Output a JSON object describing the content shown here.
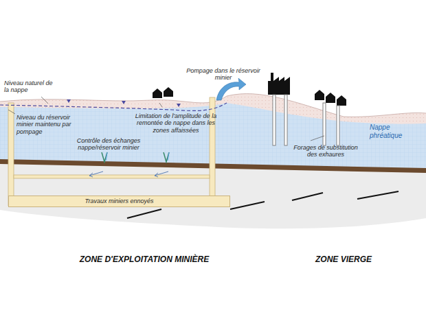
{
  "diagram": {
    "nodes": [
      {
        "text": [
          "Travaux miniers ennoyés"
        ]
      }
    ],
    "labels": [
      "Niveau naturel de la nappe",
      "Niveau du réservoir minier maintenu par pompage",
      "Pompage dans le réservoir minier",
      "Limitation de l'amplitude de la remontée de nappe dans les zones affaissées",
      "Contrôle des échanges nappe/réservoir minier",
      "Nappe phréatique",
      "Forages de substitution des exhaures",
      "ZONE D'EXPLOITATION MINIÈRE",
      "ZONE VIERGE"
    ]
  }
}
